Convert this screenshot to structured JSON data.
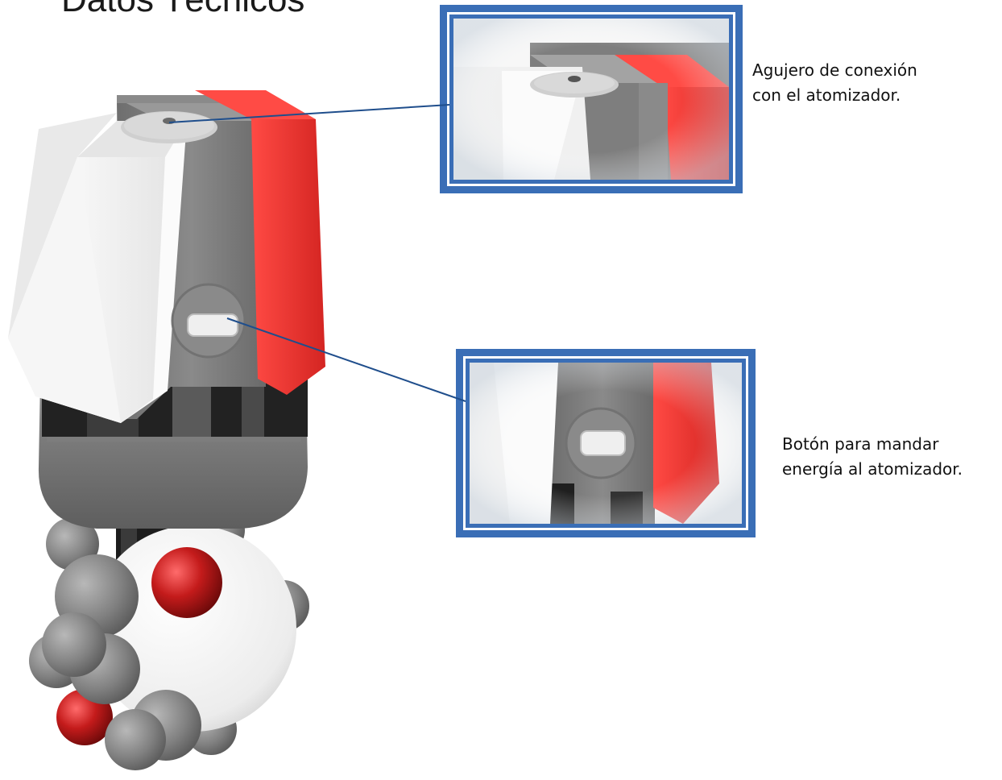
{
  "page": {
    "title": "Datos Técnicos"
  },
  "callouts": [
    {
      "lines": [
        "Agujero de conexión",
        "con el atomizador."
      ]
    },
    {
      "lines": [
        "Botón para mandar",
        "energía al atomizador."
      ]
    }
  ],
  "colors": {
    "frame_blue": "#3a6eb6",
    "leader_line": "#1f4e8c",
    "red_accent": "#e8312f",
    "body_gray": "#7a7a7a",
    "white_panel": "#f2f2f2",
    "dark_band": "#1e1e1e"
  }
}
